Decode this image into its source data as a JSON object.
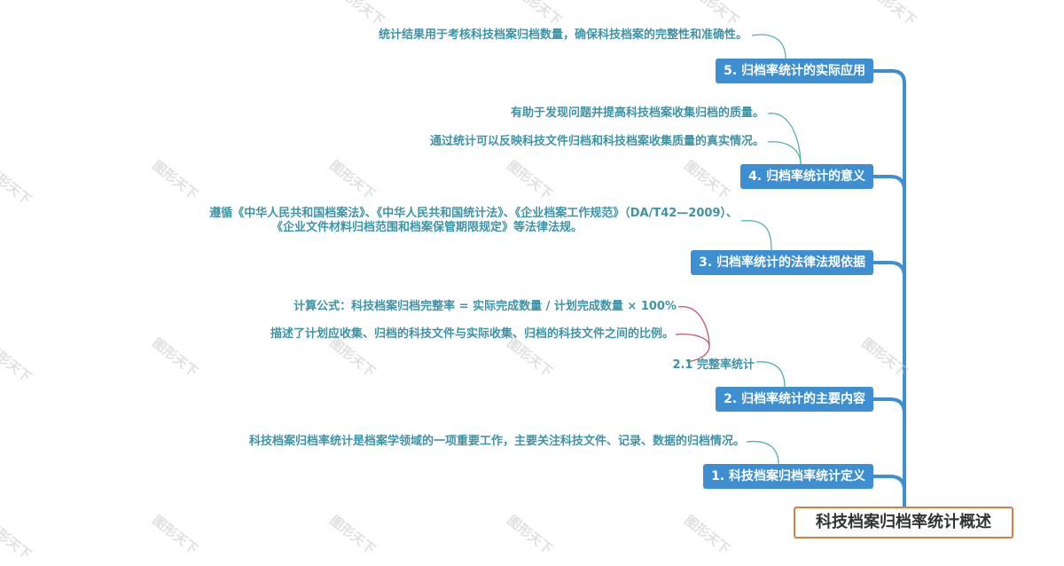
{
  "root": {
    "label": "科技档案归档率统计概述"
  },
  "branches": [
    {
      "label": "5. 归档率统计的实际应用",
      "notes": [
        "统计结果用于考核科技档案归档数量，确保科技档案的完整性和准确性。"
      ]
    },
    {
      "label": "4. 归档率统计的意义",
      "notes": [
        "有助于发现问题并提高科技档案收集归档的质量。",
        "通过统计可以反映科技文件归档和科技档案收集质量的真实情况。"
      ]
    },
    {
      "label": "3. 归档率统计的法律法规依据",
      "notes": [
        "遵循《中华人民共和国档案法》、《中华人民共和国统计法》、《企业档案工作规范》（DA/T42—2009）、",
        "《企业文件材料归档范围和档案保管期限规定》等法律法规。"
      ]
    },
    {
      "label": "2. 归档率统计的主要内容",
      "sub_label": "2.1 完整率统计",
      "notes": [
        "计算公式：科技档案归档完整率 = 实际完成数量 / 计划完成数量 × 100%",
        "描述了计划应收集、归档的科技文件与实际收集、归档的科技文件之间的比例。"
      ]
    },
    {
      "label": "1. 科技档案归档率统计定义",
      "notes": [
        "科技档案归档率统计是档案学领域的一项重要工作，主要关注科技文件、记录、数据的归档情况。"
      ]
    }
  ],
  "watermark": "图形天下",
  "colors": {
    "topic_fill": "#3d8fd1",
    "connector": "#3d8fd1",
    "root_border": "#e07b39",
    "leaf_text": "#3d94a8",
    "leaf_line": "#4fb3a7",
    "formula_line": "#c0566a"
  }
}
